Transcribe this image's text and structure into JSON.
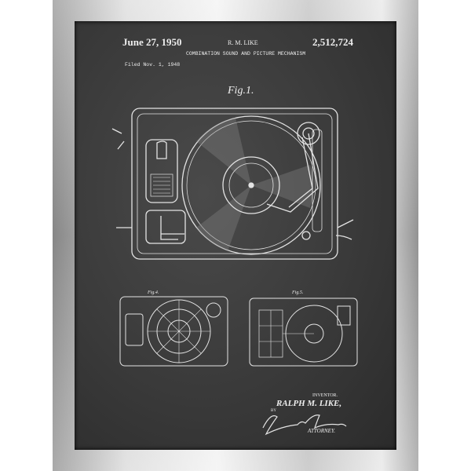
{
  "patent": {
    "date": "June 27, 1950",
    "inventor_short": "R. M. LIKE",
    "number": "2,512,724",
    "title": "COMBINATION SOUND AND PICTURE MECHANISM",
    "filed": "Filed Nov. 1, 1948",
    "fig_main": "Fig.1.",
    "fig_left": "Fig.4.",
    "fig_right": "Fig.5.",
    "inventor_label": "INVENTOR.",
    "inventor_name": "RALPH M. LIKE,",
    "by": "BY",
    "attorney": "ATTORNEY."
  },
  "colors": {
    "chalkboard": "#3a3a3a",
    "lines": "#e8e8e8",
    "frame": "#d0d0d0"
  }
}
